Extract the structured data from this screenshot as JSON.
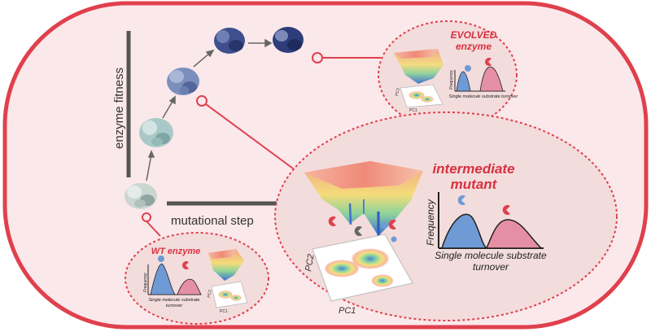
{
  "diagram": {
    "axes": {
      "y_label": "enzyme fitness",
      "x_label": "mutational step"
    },
    "panels": {
      "evolved": {
        "title_line1": "EVOLVED",
        "title_line2": "enzyme",
        "freq_label": "Frequency",
        "x_label": "Single molecule substrate turnover",
        "pc1": "PC1",
        "pc2": "PC2"
      },
      "intermediate": {
        "title_line1": "intermediate",
        "title_line2": "mutant",
        "freq_label": "Frequency",
        "x_label_line1": "Single molecule substrate",
        "x_label_line2": "turnover",
        "pc1": "PC1",
        "pc2": "PC2"
      },
      "wt": {
        "title": "WT enzyme",
        "freq_label": "Frequency",
        "x_label_line1": "Single molecule substrate",
        "x_label_line2": "turnover",
        "pc1": "PC1",
        "pc2": "PC2"
      }
    },
    "colors": {
      "frame": "#e0404d",
      "background": "#fbe8ea",
      "panel_fill": "#f3dcdc",
      "title_red": "#d8313f",
      "blue_peak": "#6e9bd6",
      "pink_peak": "#e58fa5",
      "protein_light": "#a9c9c8",
      "protein_mid": "#7b8fbd",
      "protein_dark": "#2e3d7a"
    }
  }
}
